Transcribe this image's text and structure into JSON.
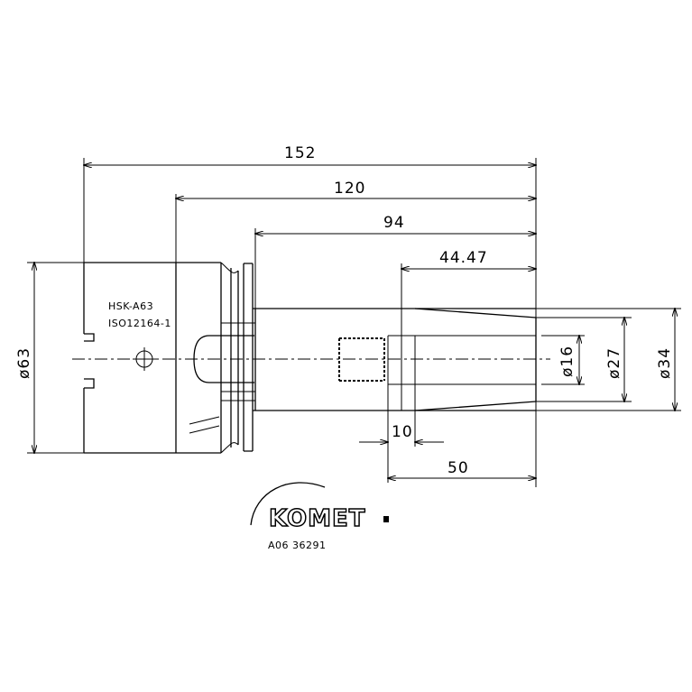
{
  "dimensions": {
    "total_length": "152",
    "length_120": "120",
    "length_94": "94",
    "length_44": "44.47",
    "length_10": "10",
    "length_50": "50",
    "diameter_63": "ø63",
    "diameter_16": "ø16",
    "diameter_27": "ø27",
    "diameter_34": "ø34"
  },
  "labels": {
    "interface": "HSK-A63",
    "standard": "ISO12164-1"
  },
  "brand": {
    "logo_text": "KOMET"
  },
  "part_number": "A06 36291"
}
